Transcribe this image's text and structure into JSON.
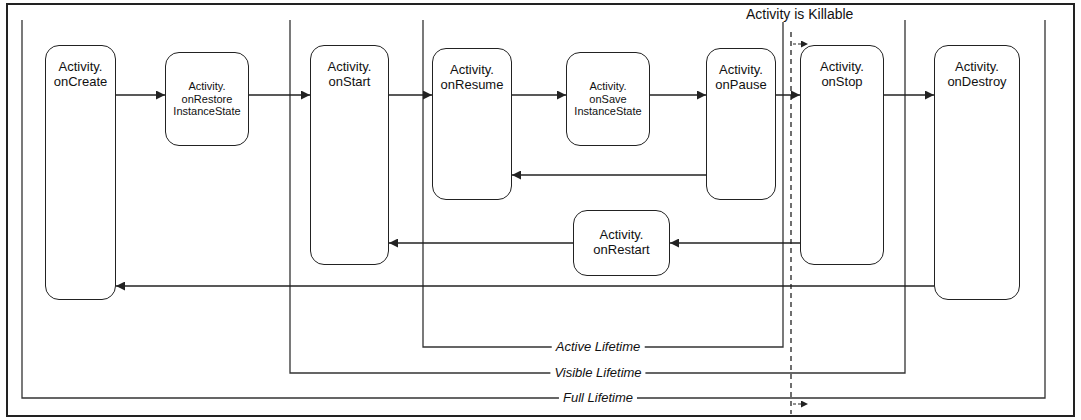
{
  "diagram": {
    "nodes": [
      {
        "text": [
          "Activity. onCreate"
        ]
      },
      {
        "text": [
          "Activity. onRestore InstanceState"
        ]
      },
      {
        "text": [
          "Activity. onStart"
        ]
      },
      {
        "text": [
          "Activity. onResume"
        ]
      },
      {
        "text": [
          "Activity. onSave InstanceState"
        ]
      },
      {
        "text": [
          "Activity. onPause"
        ]
      },
      {
        "text": [
          "Activity. onRestart"
        ]
      },
      {
        "text": [
          "Activity. onStop"
        ]
      },
      {
        "text": [
          "Activity. onDestroy"
        ]
      }
    ],
    "edges": [
      {
        "from": 0,
        "to": 1,
        "arrow": "to"
      },
      {
        "from": 1,
        "to": 2,
        "arrow": "to"
      },
      {
        "from": 2,
        "to": 3,
        "arrow": "to"
      },
      {
        "from": 3,
        "to": 4,
        "arrow": "to"
      },
      {
        "from": 4,
        "to": 5,
        "arrow": "to"
      },
      {
        "from": 5,
        "to": 7,
        "arrow": "to"
      },
      {
        "from": 7,
        "to": 8,
        "arrow": "to"
      },
      {
        "from": 5,
        "to": 3,
        "arrow": "to"
      },
      {
        "from": 7,
        "to": 6,
        "arrow": "to"
      },
      {
        "from": 6,
        "to": 2,
        "arrow": "to"
      },
      {
        "from": 8,
        "to": 0,
        "arrow": "to"
      }
    ],
    "labels": [
      "Activity is Killable",
      "Active Lifetime",
      "Visible Lifetime",
      "Full Lifetime"
    ]
  }
}
